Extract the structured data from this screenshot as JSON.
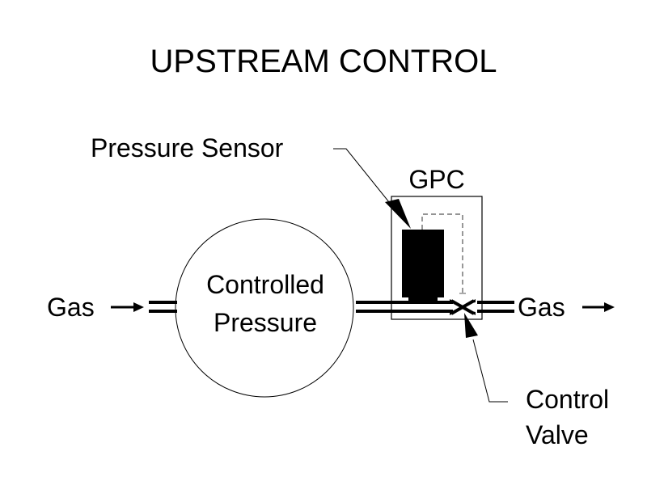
{
  "title": "UPSTREAM CONTROL",
  "labels": {
    "pressure_sensor": "Pressure Sensor",
    "gpc": "GPC",
    "controlled_line1": "Controlled",
    "controlled_line2": "Pressure",
    "gas_in": "Gas",
    "gas_out": "Gas",
    "control_valve_line1": "Control",
    "control_valve_line2": "Valve"
  },
  "colors": {
    "ink": "#000000",
    "background": "#ffffff"
  }
}
